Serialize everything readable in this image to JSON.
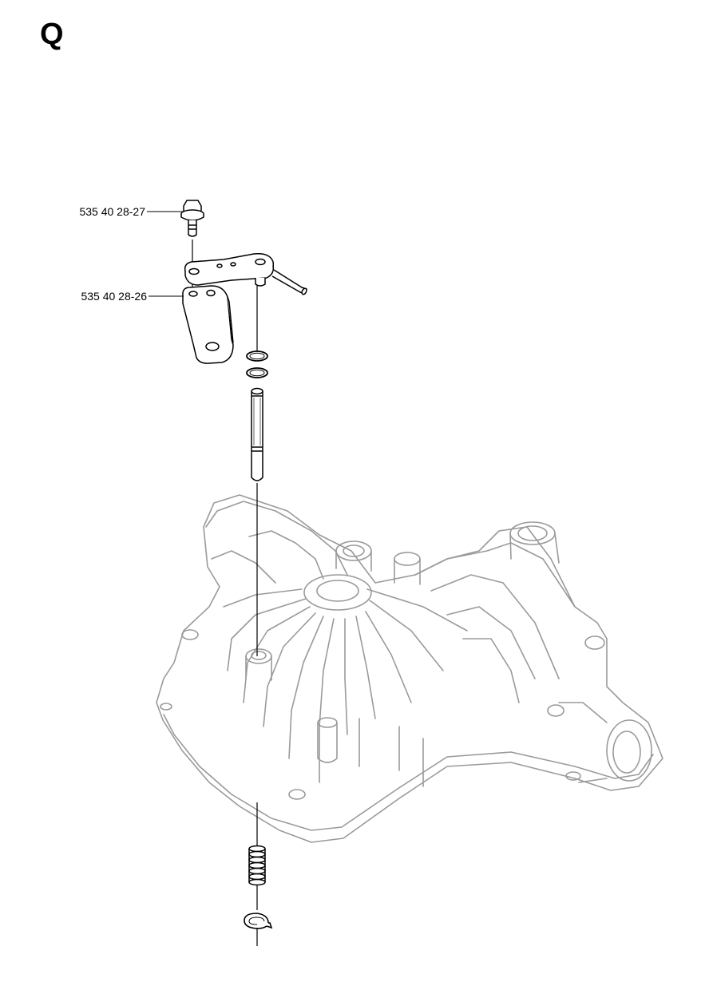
{
  "section_letter": "Q",
  "callouts": [
    {
      "part_number": "535 40 28-27",
      "component": "flange-bolt"
    },
    {
      "part_number": "535 40 28-26",
      "component": "mounting-plate"
    }
  ],
  "colors": {
    "line": "#000000",
    "housing_outline": "#9a9a9a",
    "background": "#ffffff"
  }
}
